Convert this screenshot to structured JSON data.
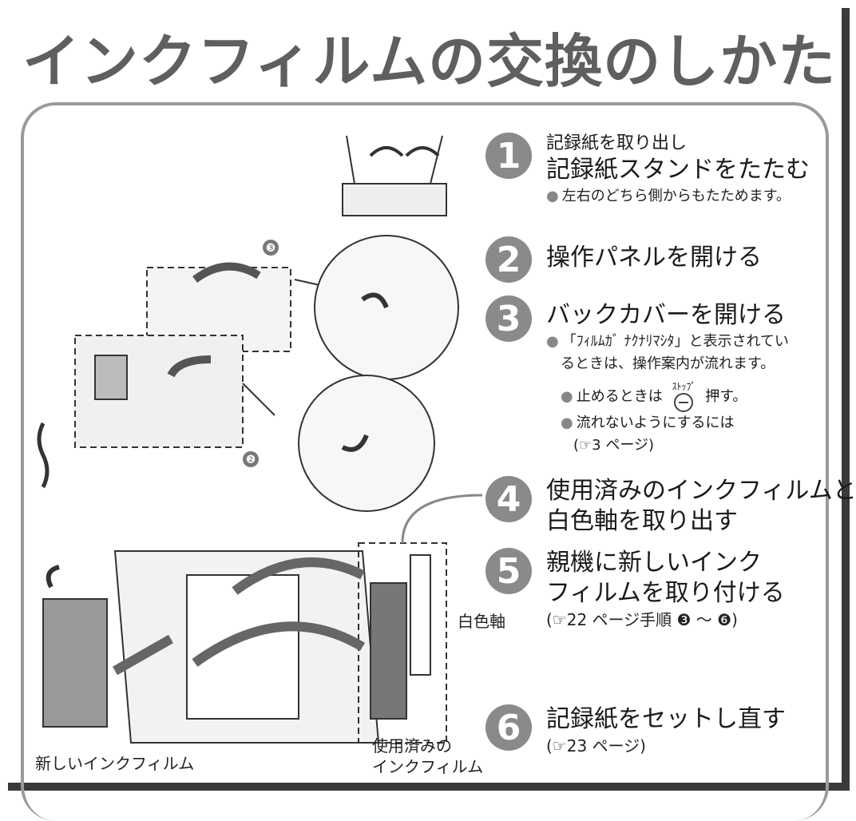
{
  "title": "インクフィルムの交換のしかた",
  "illustration_callouts": {
    "c3": "❸",
    "c2": "❷"
  },
  "labels": {
    "white_shaft": "白色軸",
    "new_film": "新しいインクフィルム",
    "used_film_line1": "使用済みの",
    "used_film_line2": "インクフィルム"
  },
  "steps": [
    {
      "number": "1",
      "line1": "記録紙を取り出し",
      "line2": "記録紙スタンドをたたむ",
      "note": "左右のどちら側からもたためます。"
    },
    {
      "number": "2",
      "line1": "操作パネルを開ける"
    },
    {
      "number": "3",
      "line1": "バックカバーを開ける",
      "note1": "「ﾌｨﾙﾑｶﾞ ﾅｸﾅﾘﾏｼﾀ」と表示されてい",
      "note2": "るときは、操作案内が流れます。",
      "sub1_pre": "止めるときは",
      "stop_key": "ｽﾄｯﾌﾟ",
      "sub1_post": "押す。",
      "sub2": "流れないようにするには",
      "sub2_ref": "(☞3 ページ)"
    },
    {
      "number": "4",
      "line1": "使用済みのインクフィルムと",
      "line2": "白色軸を取り出す"
    },
    {
      "number": "5",
      "line1": "親機に新しいインク",
      "line2": "フィルムを取り付ける",
      "ref": "(☞22 ページ手順 ❸ ～ ❻)"
    },
    {
      "number": "6",
      "line1": "記録紙をセットし直す",
      "ref": "(☞23 ページ)"
    }
  ],
  "colors": {
    "title": "#5f5f5f",
    "circle": "#8a8a8a",
    "panel_border": "#9a9a9a"
  }
}
